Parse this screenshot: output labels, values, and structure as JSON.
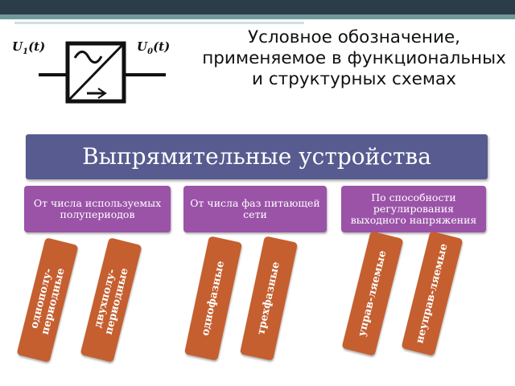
{
  "symbol": {
    "input_label_main": "U",
    "input_label_sub": "1",
    "input_label_rest": "(t)",
    "output_label_main": "U",
    "output_label_sub": "0",
    "output_label_rest": "(t)",
    "icon": "rectifier-symbol"
  },
  "caption": "Условное обозначение, применяемое в функциональных и структурных схемах",
  "main_title": "Выпрямительные устройства",
  "categories": [
    {
      "label": "От числа используемых полупериодов"
    },
    {
      "label": "От числа фаз питающей сети"
    },
    {
      "label": "По способности регулирования выходного напряжения"
    }
  ],
  "types": [
    {
      "label": "однополу-периодные"
    },
    {
      "label": "двухполу-периодные"
    },
    {
      "label": "однофазные"
    },
    {
      "label": "трехфазные"
    },
    {
      "label": "управ-ляемые"
    },
    {
      "label": "неуправ-ляемые"
    }
  ],
  "colors": {
    "title_bg": "#585b8f",
    "category_bg": "#9b53a8",
    "type_bg": "#c55f2f",
    "top_band": "#2b3d48",
    "top_band_accent": "#6f9a99"
  }
}
